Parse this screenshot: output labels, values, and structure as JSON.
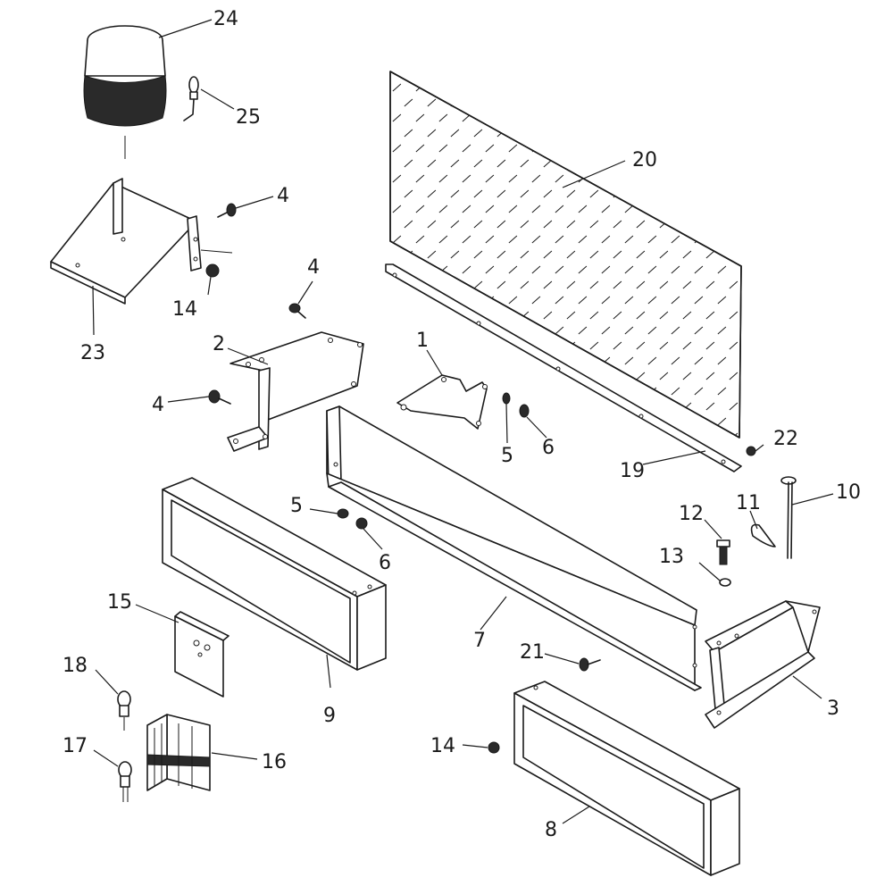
{
  "diagram": {
    "callouts": {
      "c1": "1",
      "c2": "2",
      "c3": "3",
      "c4a": "4",
      "c4b": "4",
      "c4c": "4",
      "c5a": "5",
      "c5b": "5",
      "c6a": "6",
      "c6b": "6",
      "c7": "7",
      "c8": "8",
      "c9": "9",
      "c10": "10",
      "c11": "11",
      "c12": "12",
      "c13": "13",
      "c14a": "14",
      "c14b": "14",
      "c15": "15",
      "c16": "16",
      "c17": "17",
      "c18": "18",
      "c19": "19",
      "c20": "20",
      "c21": "21",
      "c22": "22",
      "c23": "23",
      "c24": "24",
      "c25": "25"
    }
  }
}
